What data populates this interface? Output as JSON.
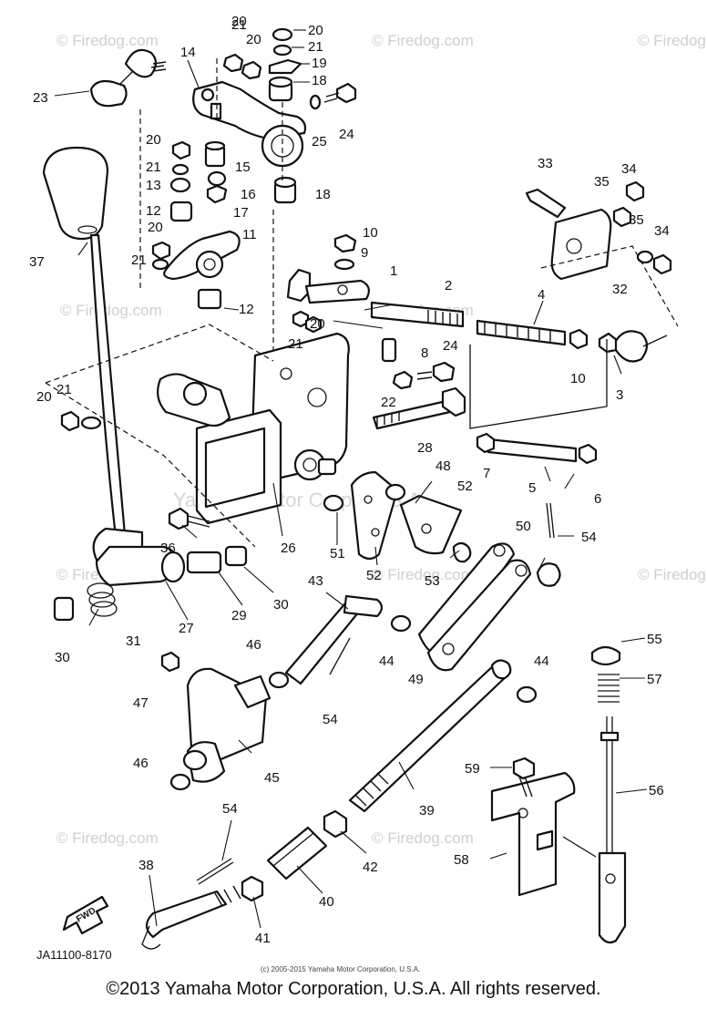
{
  "watermarks": [
    "© Firedog.com",
    "© Firedog.com",
    "© Firedog.com",
    "© Firedog.com",
    "© Firedog.com",
    "© Firedog.com",
    "© Firedog.com",
    "© Firedog.com",
    "© Firedog.com",
    "© Firedog.com"
  ],
  "center_watermark": "Yamaha Motor Corp., U.S.A.",
  "diagram_code": "JA11100-8170",
  "fwd_label": "FWD",
  "small_copyright": "(c) 2005-2015 Yamaha Motor Corporation, U.S.A.",
  "footer_copyright": "©2013 Yamaha Motor Corporation, U.S.A. All rights reserved.",
  "callouts": {
    "c20a": "20",
    "c21a": "21",
    "c21b": "21",
    "c20b": "20",
    "c19": "19",
    "c18a": "18",
    "c24a": "24",
    "c25": "25",
    "c14": "14",
    "c23": "23",
    "c20c": "20",
    "c21c": "21",
    "c15": "15",
    "c13": "13",
    "c16": "16",
    "c17": "17",
    "c18b": "18",
    "c12a": "12",
    "c20d": "20",
    "c11": "11",
    "c21d": "21",
    "c37": "37",
    "c12b": "12",
    "c10a": "10",
    "c9": "9",
    "c1": "1",
    "c20e": "20",
    "c21e": "21",
    "c2": "2",
    "c4": "4",
    "c33": "33",
    "c34a": "34",
    "c35a": "35",
    "c35b": "35",
    "c34b": "34",
    "c32": "32",
    "c8": "8",
    "c24b": "24",
    "c22": "22",
    "c10b": "10",
    "c3": "3",
    "c20f": "20",
    "c21f": "21",
    "c28": "28",
    "c7": "7",
    "c5": "5",
    "c6": "6",
    "c48": "48",
    "c52a": "52",
    "c54a": "54",
    "c50": "50",
    "c36": "36",
    "c26": "26",
    "c51": "51",
    "c52b": "52",
    "c53": "53",
    "c43": "43",
    "c29": "29",
    "c30a": "30",
    "c30b": "30",
    "c31": "31",
    "c27": "27",
    "c46a": "46",
    "c44a": "44",
    "c49": "49",
    "c44b": "44",
    "c55": "55",
    "c57": "57",
    "c47": "47",
    "c54b": "54",
    "c45": "45",
    "c46b": "46",
    "c59": "59",
    "c56": "56",
    "c39": "39",
    "c54c": "54",
    "c38": "38",
    "c42": "42",
    "c58": "58",
    "c40": "40",
    "c41": "41"
  }
}
